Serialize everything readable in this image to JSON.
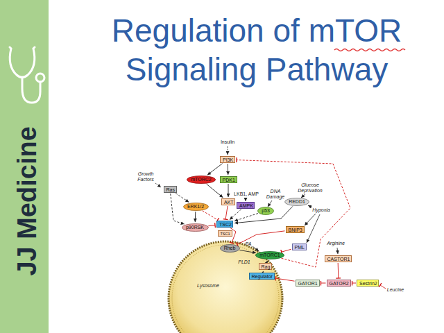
{
  "diagram": {
    "title": "Regulation of mTOR Signaling Pathway",
    "nodes": [
      {
        "text": [
          "PI3K"
        ]
      },
      {
        "text": [
          "mTORC2"
        ]
      },
      {
        "text": [
          "PDK1"
        ]
      },
      {
        "text": [
          "Ras"
        ]
      },
      {
        "text": [
          "AKT"
        ]
      },
      {
        "text": [
          "AMPK"
        ]
      },
      {
        "text": [
          "p53"
        ]
      },
      {
        "text": [
          "REDD1"
        ]
      },
      {
        "text": [
          "ERK1/2"
        ]
      },
      {
        "text": [
          "p90RSK"
        ]
      },
      {
        "text": [
          "TSC2"
        ]
      },
      {
        "text": [
          "TSC1"
        ]
      },
      {
        "text": [
          "BNIP3"
        ]
      },
      {
        "text": [
          "Rheb"
        ]
      },
      {
        "text": [
          "mTORC1"
        ]
      },
      {
        "text": [
          "PML"
        ]
      },
      {
        "text": [
          "CASTOR1"
        ]
      },
      {
        "text": [
          "Rag"
        ]
      },
      {
        "text": [
          "Regulator"
        ]
      },
      {
        "text": [
          "GATOR1"
        ]
      },
      {
        "text": [
          "GATOR2"
        ]
      },
      {
        "text": [
          "Sestrin2"
        ]
      }
    ],
    "edges": [
      {
        "from": 0,
        "to": 1,
        "arrow": "to"
      },
      {
        "from": 0,
        "to": 2,
        "arrow": "to"
      },
      {
        "from": 2,
        "to": 4,
        "arrow": "to"
      },
      {
        "from": 1,
        "to": 4,
        "arrow": "to"
      },
      {
        "from": 3,
        "to": 8,
        "arrow": "to"
      },
      {
        "from": 3,
        "to": 9,
        "arrow": "to"
      },
      {
        "from": 8,
        "to": 9,
        "arrow": "to"
      },
      {
        "from": 8,
        "to": 10,
        "arrow": "to"
      },
      {
        "from": 9,
        "to": 10,
        "arrow": "to"
      },
      {
        "from": 4,
        "to": 10,
        "arrow": "to"
      },
      {
        "from": 5,
        "to": 10,
        "arrow": "to"
      },
      {
        "from": 6,
        "to": 10,
        "arrow": "to"
      },
      {
        "from": 7,
        "to": 10,
        "arrow": "to"
      },
      {
        "from": 10,
        "to": 13,
        "arrow": "to"
      },
      {
        "from": 13,
        "to": 14,
        "arrow": "to"
      },
      {
        "from": 12,
        "to": 13,
        "arrow": "to"
      },
      {
        "from": 15,
        "to": 14,
        "arrow": "to"
      },
      {
        "from": 17,
        "to": 14,
        "arrow": "to"
      },
      {
        "from": 18,
        "to": 17,
        "arrow": "to"
      },
      {
        "from": 19,
        "to": 18,
        "arrow": "to"
      },
      {
        "from": 20,
        "to": 19,
        "arrow": "to"
      },
      {
        "from": 16,
        "to": 20,
        "arrow": "to"
      },
      {
        "from": 21,
        "to": 20,
        "arrow": "to"
      },
      {
        "from": 14,
        "to": 0,
        "arrow": "to"
      }
    ],
    "labels": [
      "JJ Medicine",
      "Insulin",
      "Growth Factors",
      "LKB1, AMP",
      "DNA Damage",
      "Glucose Deprivation",
      "Hypoxia",
      "PLD1",
      "PA",
      "Arginine",
      "Leucine",
      "Lysosome"
    ]
  }
}
